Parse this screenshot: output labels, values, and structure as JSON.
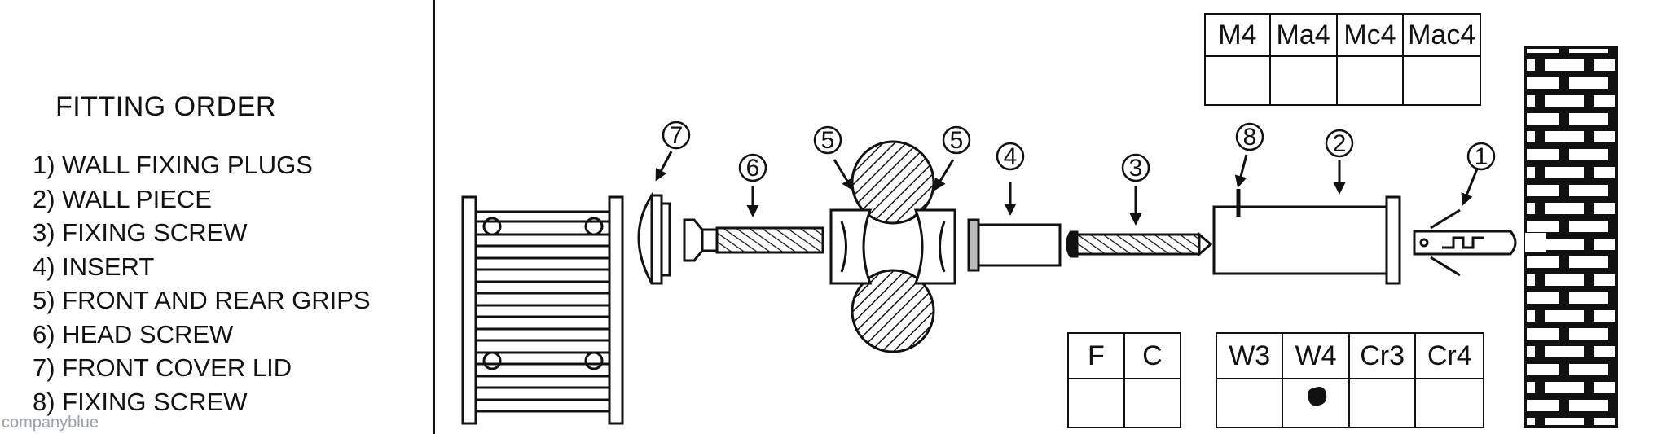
{
  "legend": {
    "title": "FITTING ORDER",
    "steps": [
      "1) WALL FIXING PLUGS",
      "2) WALL PIECE",
      "3) FIXING SCREW",
      "4) INSERT",
      "5) FRONT AND REAR GRIPS",
      "6) HEAD SCREW",
      "7) FRONT COVER LID",
      "8) FIXING SCREW"
    ]
  },
  "watermark": "companyblue",
  "callouts": [
    "7",
    "6",
    "5",
    "5",
    "4",
    "3",
    "8",
    "2",
    "1"
  ],
  "finish_table": {
    "headers": [
      "M4",
      "Ma4",
      "Mc4",
      "Mac4"
    ]
  },
  "fc_table": {
    "headers": [
      "F",
      "C"
    ]
  },
  "colour_table": {
    "headers": [
      "W3",
      "W4",
      "Cr3",
      "Cr4"
    ],
    "marked": "W4"
  }
}
